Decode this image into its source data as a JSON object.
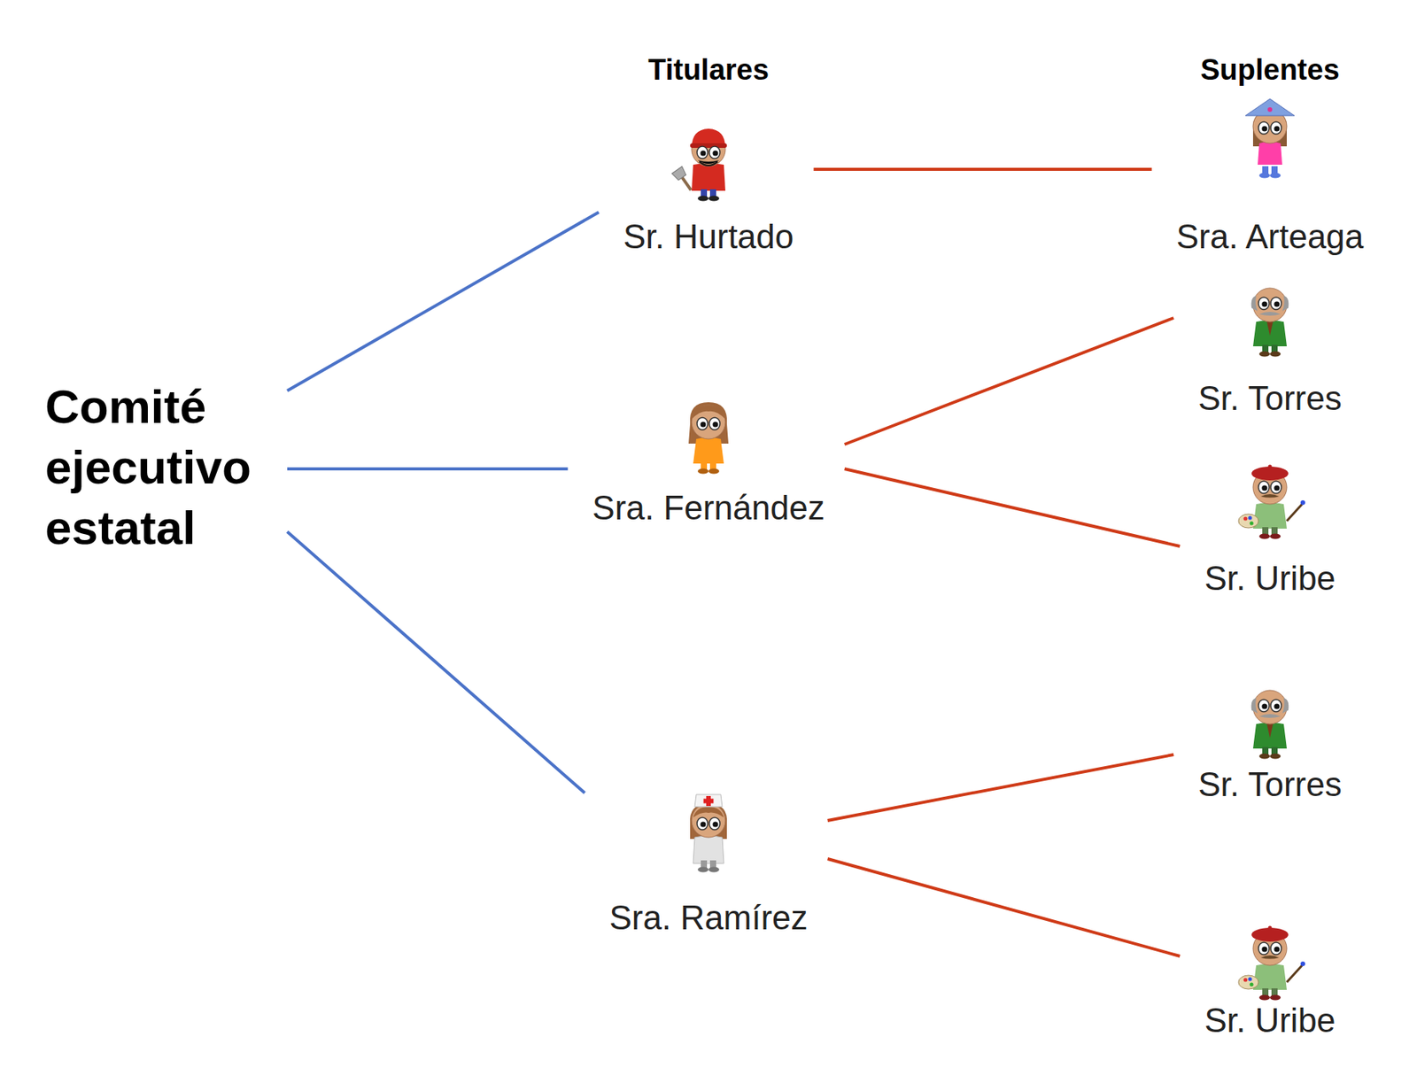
{
  "diagram": {
    "nodes": [
      {
        "text": [
          "Comité ejecutivo estatal"
        ]
      },
      {
        "text": [
          "Sr. Hurtado"
        ]
      },
      {
        "text": [
          "Sra. Fernández"
        ]
      },
      {
        "text": [
          "Sra. Ramírez"
        ]
      },
      {
        "text": [
          "Sra. Arteaga"
        ]
      },
      {
        "text": [
          "Sr. Torres"
        ]
      },
      {
        "text": [
          "Sr. Uribe"
        ]
      },
      {
        "text": [
          "Sr. Torres"
        ]
      },
      {
        "text": [
          "Sr. Uribe"
        ]
      }
    ],
    "edges": [
      {
        "from": 0,
        "to": 1,
        "arrow": "none"
      },
      {
        "from": 0,
        "to": 2,
        "arrow": "none"
      },
      {
        "from": 0,
        "to": 3,
        "arrow": "none"
      },
      {
        "from": 1,
        "to": 4,
        "arrow": "none"
      },
      {
        "from": 2,
        "to": 5,
        "arrow": "none"
      },
      {
        "from": 2,
        "to": 6,
        "arrow": "none"
      },
      {
        "from": 3,
        "to": 7,
        "arrow": "none"
      },
      {
        "from": 3,
        "to": 8,
        "arrow": "none"
      }
    ],
    "labels": [
      "Titulares",
      "Suplentes"
    ]
  }
}
